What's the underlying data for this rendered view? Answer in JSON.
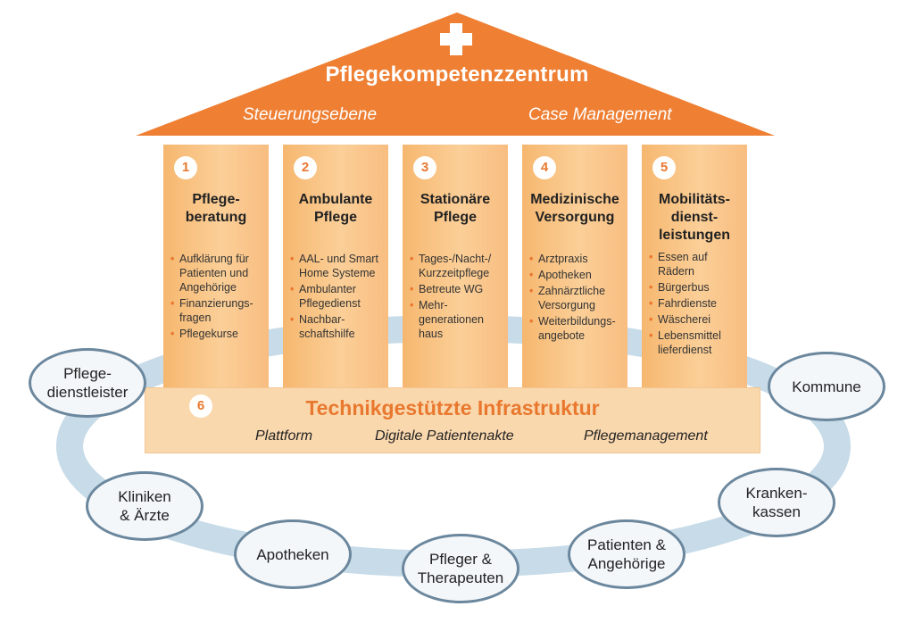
{
  "colors": {
    "roof": "#ee7f33",
    "pillar": "#f8c28a",
    "infra_band": "#fad8ae",
    "accent_text": "#e9782f",
    "ring": "#c7dbe8",
    "node_border": "#6b879d",
    "node_fill": "#f4f7fa"
  },
  "icons": {
    "roof_symbol": "cross-icon"
  },
  "roof": {
    "title": "Pflegekompetenzzentrum",
    "left_label": "Steuerungsebene",
    "right_label": "Case Management"
  },
  "pillars": [
    {
      "number": "1",
      "title": "Pflege-\nberatung",
      "items": [
        "Aufklärung für\nPatienten und\nAngehörige",
        "Finanzierungs-\nfragen",
        "Pflegekurse"
      ]
    },
    {
      "number": "2",
      "title": "Ambulante\nPflege",
      "items": [
        "AAL- und Smart\nHome Systeme",
        "Ambulanter\nPflegedienst",
        "Nachbar-\nschaftshilfe"
      ]
    },
    {
      "number": "3",
      "title": "Stationäre\nPflege",
      "items": [
        "Tages-/Nacht-/\nKurzzeitpflege",
        "Betreute WG",
        "Mehr-\ngenerationen\nhaus"
      ]
    },
    {
      "number": "4",
      "title": "Medizinische\nVersorgung",
      "items": [
        "Arztpraxis",
        "Apotheken",
        "Zahnärztliche\nVersorgung",
        "Weiterbildungs-\nangebote"
      ]
    },
    {
      "number": "5",
      "title": "Mobilitäts-\ndienst-\nleistungen",
      "items": [
        "Essen auf\nRädern",
        "Bürgerbus",
        "Fahrdienste",
        "Wäscherei",
        "Lebensmittel\nlieferdienst"
      ]
    }
  ],
  "infrastructure": {
    "number": "6",
    "title": "Technikgestützte Infrastruktur",
    "items": [
      "Plattform",
      "Digitale Patientenakte",
      "Pflegemanagement"
    ]
  },
  "nodes": [
    "Pflege-\ndienstleister",
    "Kommune",
    "Kliniken\n& Ärzte",
    "Kranken-\nkassen",
    "Apotheken",
    "Pfleger &\nTherapeuten",
    "Patienten &\nAngehörige"
  ]
}
